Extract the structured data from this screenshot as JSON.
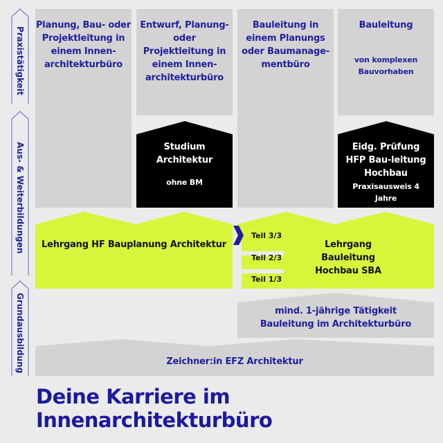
{
  "colors": {
    "background": "#ebebeb",
    "box_gray": "#d3d3d3",
    "box_black": "#000000",
    "lime": "#d9f53b",
    "accent_blue": "#1f1f9e"
  },
  "side_labels": [
    {
      "label": "Praxistätigkeit"
    },
    {
      "label": "Aus- & Weiterbildungen"
    },
    {
      "label": "Grundausbildung"
    }
  ],
  "practice": [
    {
      "title": "Planung, Bau- oder Projektleitung in einem Innen-architekturbüro"
    },
    {
      "title": "Entwurf, Planung- oder Projektleitung in einem Innen-architekturbüro"
    },
    {
      "title": "Bauleitung in einem Planungs oder Baumanage-mentbüro"
    },
    {
      "title": "Bauleitung",
      "subtitle": "von komplexen Bauvorhaben"
    }
  ],
  "further_education": [
    {
      "title": "Studium Architektur",
      "subtitle": "ohne BM"
    },
    {
      "title": "Eidg. Prüfung HFP Bau-leitung Hochbau",
      "subtitle": "Praxisausweis 4 Jahre"
    }
  ],
  "courses": [
    {
      "title": "Lehrgang HF Bauplanung Architektur"
    },
    {
      "title": "Lehrgang Bauleitung Hochbau SBA",
      "parts": [
        "Teil 3/3",
        "Teil 2/3",
        "Teil 1/3"
      ]
    }
  ],
  "basic": {
    "experience": "mind. 1-jährige Tätigkeit Bauleitung im Architekturbüro",
    "apprenticeship": "Zeichner:in EFZ Architektur"
  },
  "title": {
    "line1": "Deine Karriere im",
    "line2": "Innenarchitekturbüro"
  }
}
